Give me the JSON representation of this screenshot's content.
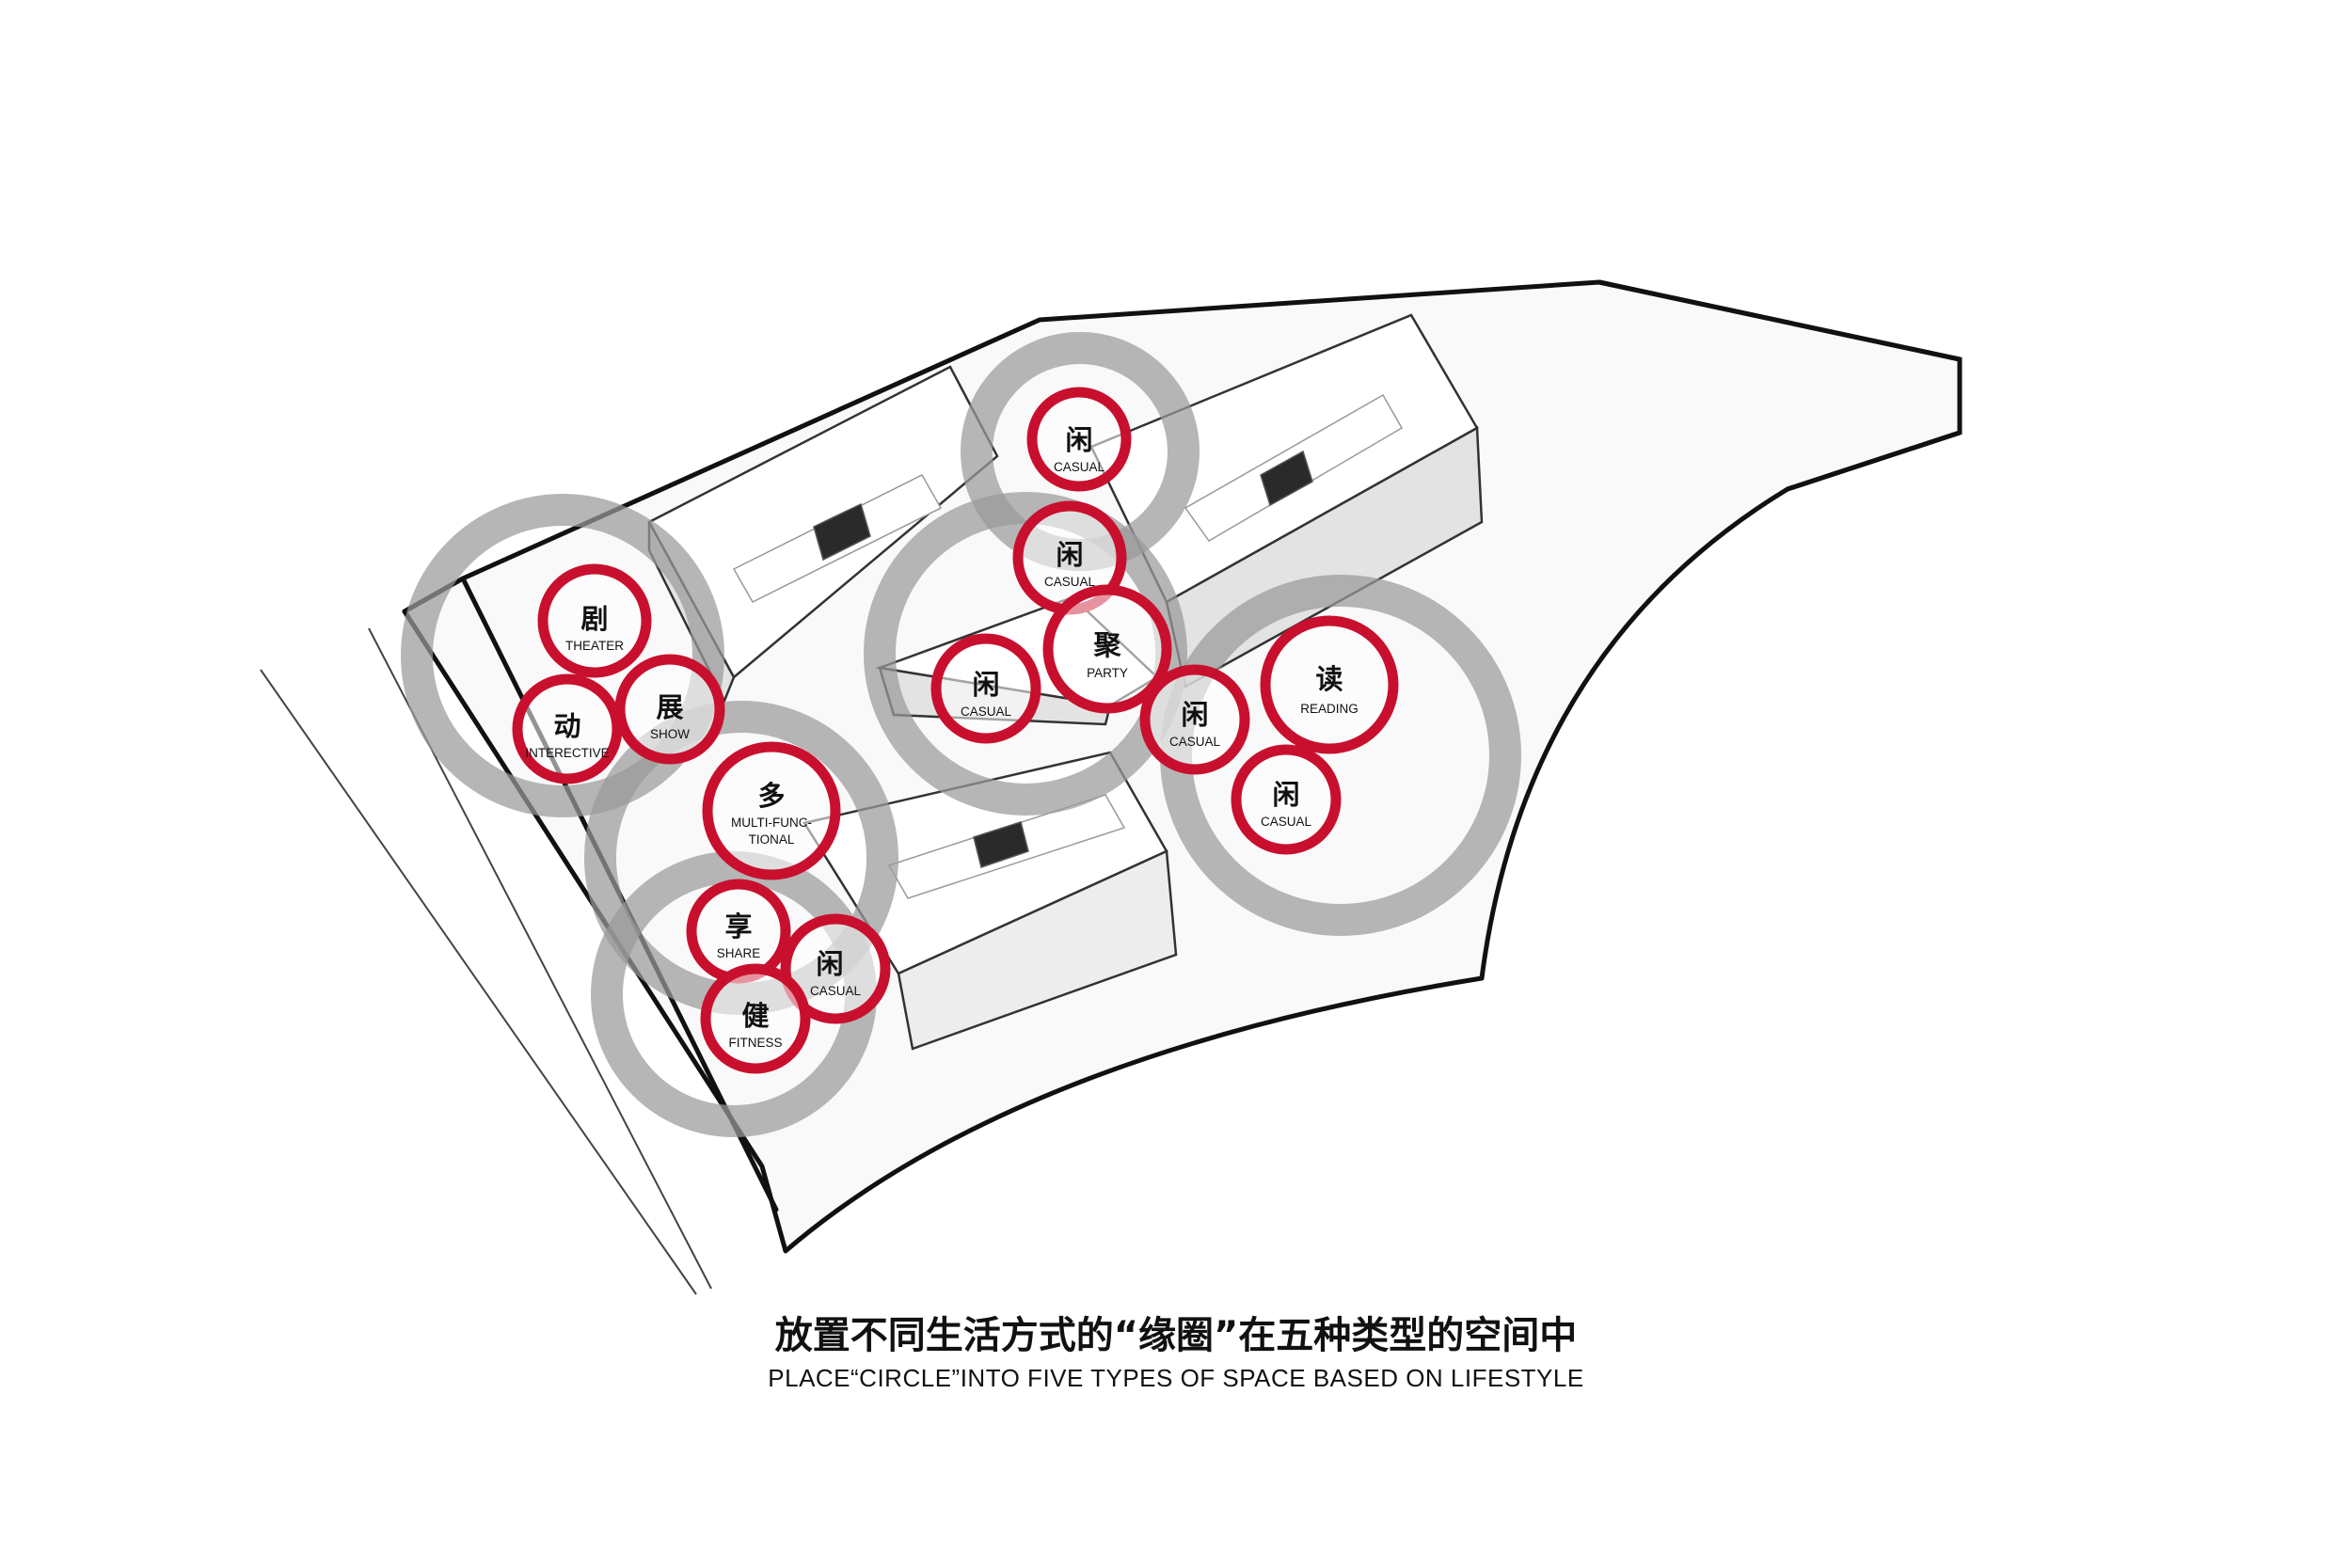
{
  "caption": {
    "zh": "放置不同生活方式的“缘圈”在五种类型的空间中",
    "en": "PLACE“CIRCLE”INTO FIVE TYPES OF SPACE BASED ON LIFESTYLE"
  },
  "circles": [
    {
      "zh": "闲",
      "en": [
        "CASUAL"
      ]
    },
    {
      "zh": "闲",
      "en": [
        "CASUAL"
      ]
    },
    {
      "zh": "剧",
      "en": [
        "THEATER"
      ]
    },
    {
      "zh": "动",
      "en": [
        "INTERECTIVE"
      ]
    },
    {
      "zh": "展",
      "en": [
        "SHOW"
      ]
    },
    {
      "zh": "聚",
      "en": [
        "PARTY"
      ]
    },
    {
      "zh": "闲",
      "en": [
        "CASUAL"
      ]
    },
    {
      "zh": "闲",
      "en": [
        "CASUAL"
      ]
    },
    {
      "zh": "读",
      "en": [
        "READING"
      ]
    },
    {
      "zh": "闲",
      "en": [
        "CASUAL"
      ]
    },
    {
      "zh": "多",
      "en": [
        "MULTI-FUNC-",
        "TIONAL"
      ]
    },
    {
      "zh": "享",
      "en": [
        "SHARE"
      ]
    },
    {
      "zh": "闲",
      "en": [
        "CASUAL"
      ]
    },
    {
      "zh": "健",
      "en": [
        "FITNESS"
      ]
    }
  ],
  "colors": {
    "circle_red": "#c8102e",
    "circle_gray": "#9a9a9a",
    "outline": "#111111"
  }
}
